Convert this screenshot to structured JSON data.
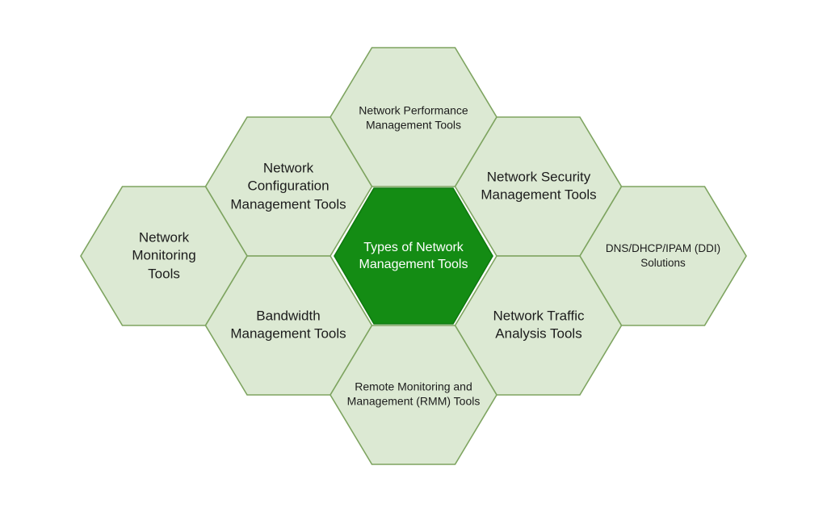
{
  "diagram": {
    "type": "honeycomb",
    "center": {
      "lines": [
        "Types of Network",
        "Management Tools"
      ]
    },
    "nodes": {
      "top": {
        "lines": [
          "Network Performance",
          "Management Tools"
        ]
      },
      "upper_left": {
        "lines": [
          "Network",
          "Configuration",
          "Management Tools"
        ]
      },
      "upper_right": {
        "lines": [
          "Network Security",
          "Management Tools"
        ]
      },
      "left": {
        "lines": [
          "Network",
          "Monitoring",
          "Tools"
        ]
      },
      "right": {
        "lines": [
          "DNS/DHCP/IPAM (DDI)",
          "Solutions"
        ]
      },
      "lower_left": {
        "lines": [
          "Bandwidth",
          "Management Tools"
        ]
      },
      "lower_right": {
        "lines": [
          "Network Traffic",
          "Analysis Tools"
        ]
      },
      "bottom": {
        "lines": [
          "Remote Monitoring and",
          "Management (RMM) Tools"
        ]
      }
    }
  },
  "colors": {
    "background": "#ffffff",
    "hex_fill": "#dce9d3",
    "hex_stroke": "#7ea460",
    "center_fill": "#148c14",
    "center_stroke": "#0f7a0f",
    "text": "#1c1c1c",
    "center_text": "#ffffff"
  }
}
